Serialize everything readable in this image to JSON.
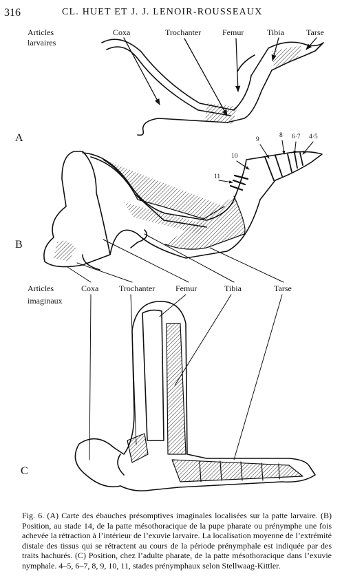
{
  "header": {
    "page_number": "316",
    "running_title": "CL. HUET ET J. J. LENOIR-ROUSSEAUX"
  },
  "figure": {
    "panel_a": {
      "letter": "A",
      "group_label_line1": "Articles",
      "group_label_line2": "larvaires",
      "coxa": "Coxa",
      "trochanter": "Trochanter",
      "femur": "Femur",
      "tibia": "Tibia",
      "tarse": "Tarse"
    },
    "panel_b": {
      "letter": "B",
      "stage_labels": [
        "9",
        "8",
        "6·7",
        "4·5",
        "10",
        "11"
      ]
    },
    "panel_c": {
      "letter": "C",
      "group_label_line1": "Articles",
      "group_label_line2": "imaginaux",
      "coxa": "Coxa",
      "trochanter": "Trochanter",
      "femur": "Femur",
      "tibia": "Tibia",
      "tarse": "Tarse"
    }
  },
  "caption": {
    "text": "Fig. 6. (A) Carte des ébauches présomptives imaginales localisées sur la patte larvaire. (B) Position, au stade 14, de la patte mésothoracique de la pupe pharate ou prénymphe une fois achevée la rétraction à l’intérieur de l’exuvie larvaire. La localisation moyenne de l’extrémité distale des tissus qui se rétractent au cours de la période prénymphale est indiquée par des traits hachurés. (C) Position, chez l’adulte pharate, de la patte mésothoracique dans l’exuvie nymphale. 4–5, 6–7, 8, 9, 10, 11, stades prénymphaux selon Stellwaag-Kittler."
  }
}
